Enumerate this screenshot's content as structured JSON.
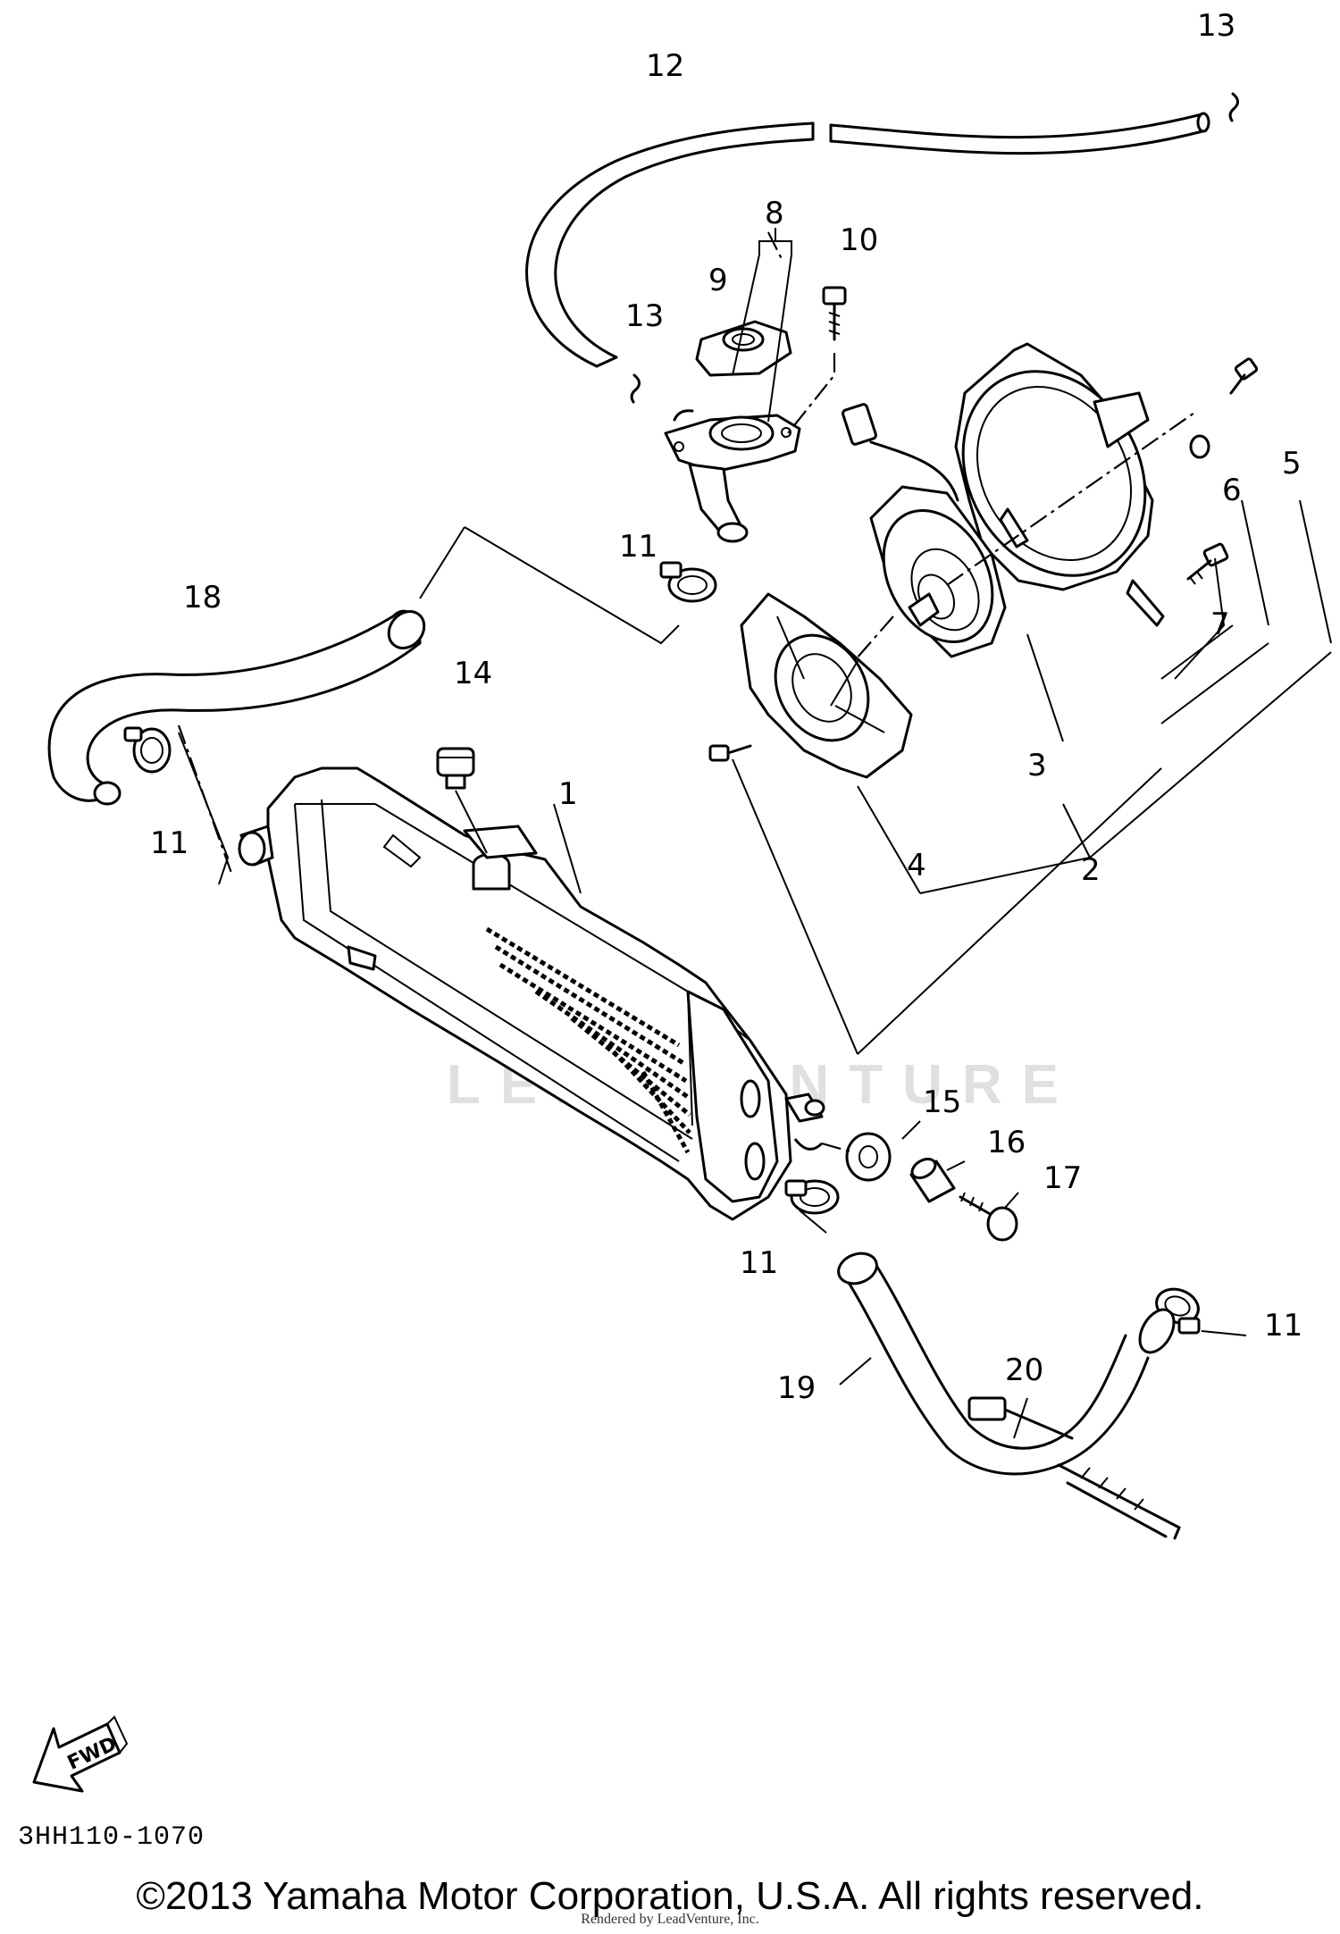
{
  "diagram": {
    "callouts": [
      {
        "id": "1",
        "label": "1"
      },
      {
        "id": "2",
        "label": "2"
      },
      {
        "id": "3",
        "label": "3"
      },
      {
        "id": "4",
        "label": "4"
      },
      {
        "id": "5",
        "label": "5"
      },
      {
        "id": "6",
        "label": "6"
      },
      {
        "id": "7",
        "label": "7"
      },
      {
        "id": "8",
        "label": "8"
      },
      {
        "id": "9",
        "label": "9"
      },
      {
        "id": "10",
        "label": "10"
      },
      {
        "id": "11a",
        "label": "11"
      },
      {
        "id": "11b",
        "label": "11"
      },
      {
        "id": "11c",
        "label": "11"
      },
      {
        "id": "11d",
        "label": "11"
      },
      {
        "id": "12",
        "label": "12"
      },
      {
        "id": "13a",
        "label": "13"
      },
      {
        "id": "13b",
        "label": "13"
      },
      {
        "id": "14",
        "label": "14"
      },
      {
        "id": "15",
        "label": "15"
      },
      {
        "id": "16",
        "label": "16"
      },
      {
        "id": "17",
        "label": "17"
      },
      {
        "id": "18",
        "label": "18"
      },
      {
        "id": "19",
        "label": "19"
      },
      {
        "id": "20",
        "label": "20"
      }
    ],
    "fwd_label": "FWD",
    "watermark": "LEADVENTURE"
  },
  "footer": {
    "diagram_code": "3HH110-1070",
    "copyright": "©2013 Yamaha Motor Corporation, U.S.A. All rights reserved.",
    "rendered_by": "Rendered by LeadVenture, Inc."
  }
}
